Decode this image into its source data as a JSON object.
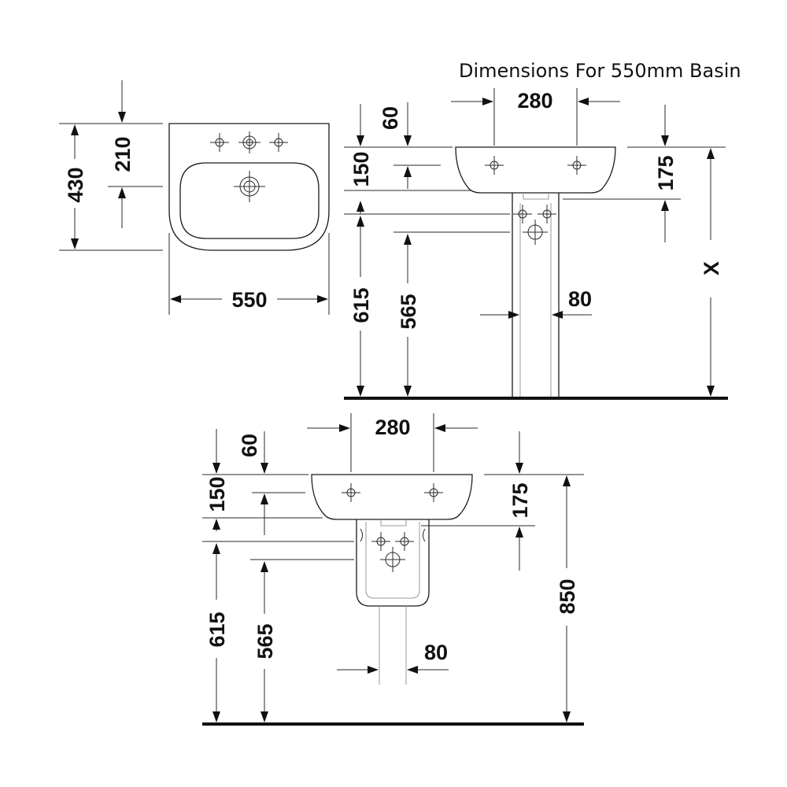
{
  "title": "Dimensions For 550mm Basin",
  "plan_view": {
    "depth": "430",
    "tap_hole_offset": "210",
    "width": "550"
  },
  "pedestal_view": {
    "tap_centers": "280",
    "overflow_offset": "60",
    "waste_offset": "150",
    "basin_depth": "175",
    "height_x": "X",
    "pipe_height_high": "615",
    "pipe_height_low": "565",
    "pipe_centers": "80"
  },
  "semi_pedestal_view": {
    "tap_centers": "280",
    "overflow_offset": "60",
    "waste_offset": "150",
    "basin_depth": "175",
    "rim_height": "850",
    "pipe_height_high": "615",
    "pipe_height_low": "565",
    "pipe_centers": "80"
  }
}
